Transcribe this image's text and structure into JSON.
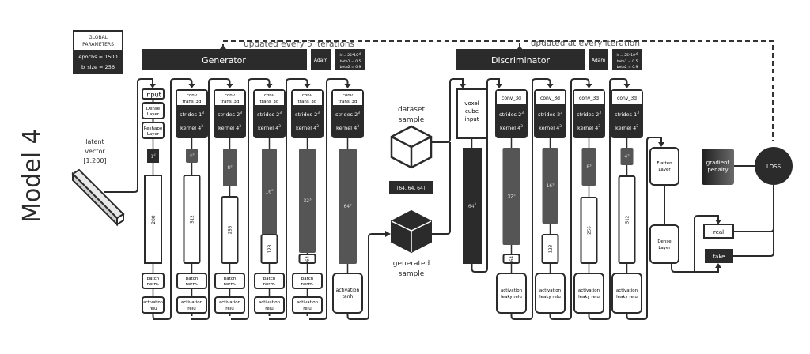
{
  "title": "Model 4",
  "global_params": {
    "heading_line1": "GLOBAL",
    "heading_line2": "PARAMETERS",
    "epochs": "epochs = 1500",
    "batch": "b_size = 256"
  },
  "generator": {
    "label": "Generator",
    "update_note": "updated every 5 iterations",
    "optimizer": "Adam",
    "opt_params": [
      "lr = 25*10",
      "beta1 = 0.5",
      "beta2 = 0.9"
    ],
    "lr_exp": "-6"
  },
  "discriminator": {
    "label": "Discriminator",
    "update_note": "updated at every iteration",
    "optimizer": "Adam",
    "opt_params": [
      "lr = 25*10",
      "beta1 = 0.5",
      "beta2 = 0.9"
    ],
    "lr_exp": "-6"
  },
  "latent": {
    "line1": "latent",
    "line2": "vector",
    "line3": "[1.200]"
  },
  "gen_input": {
    "input": "input",
    "dense1": "Dense",
    "dense2": "Layer",
    "reshape1": "Reshape",
    "reshape2": "Layer",
    "size": "1",
    "channels": "200"
  },
  "gen_blocks": [
    {
      "l1": "conv",
      "l2": "trans_3d",
      "strides": "strides 1",
      "kernel": "kernel 4",
      "size": "4",
      "channels": "512",
      "norm1": "batch",
      "norm2": "norm.",
      "act1": "activation",
      "act2": "relu"
    },
    {
      "l1": "conv",
      "l2": "trans_3d",
      "strides": "strides 2",
      "kernel": "kernel 4",
      "size": "8",
      "channels": "256",
      "norm1": "batch",
      "norm2": "norm.",
      "act1": "activation",
      "act2": "relu"
    },
    {
      "l1": "conv",
      "l2": "trans_3d",
      "strides": "strides 2",
      "kernel": "kernel 4",
      "size": "16",
      "channels": "128",
      "norm1": "batch",
      "norm2": "norm.",
      "act1": "activation",
      "act2": "relu"
    },
    {
      "l1": "conv",
      "l2": "trans_3d",
      "strides": "strides 2",
      "kernel": "kernel 4",
      "size": "32",
      "channels": "64",
      "norm1": "batch",
      "norm2": "norm.",
      "act1": "activation",
      "act2": "relu"
    },
    {
      "l1": "conv",
      "l2": "trans_3d",
      "strides": "strides 2",
      "kernel": "kernel 4",
      "size": "64",
      "act1": "activation",
      "act2": "tanh"
    }
  ],
  "dataset_sample": {
    "line1": "dataset",
    "line2": "sample"
  },
  "sample_shape": "[64, 64, 64]",
  "generated_sample": {
    "line1": "generated",
    "line2": "sample"
  },
  "disc_input": {
    "l1": "voxel",
    "l2": "cube",
    "l3": "input",
    "size": "64"
  },
  "disc_blocks": [
    {
      "l1": "conv_3d",
      "strides": "strides 2",
      "kernel": "kernel 4",
      "size": "32",
      "channels": "64",
      "act1": "activation",
      "act2": "leaky relu"
    },
    {
      "l1": "conv_3d",
      "strides": "strides 2",
      "kernel": "kernel 4",
      "size": "16",
      "channels": "128",
      "act1": "activation",
      "act2": "leaky relu"
    },
    {
      "l1": "conv_3d",
      "strides": "strides 2",
      "kernel": "kernel 4",
      "size": "8",
      "channels": "256",
      "act1": "activation",
      "act2": "leaky relu"
    },
    {
      "l1": "conv_3d",
      "strides": "strides 1",
      "kernel": "kernel 4",
      "size": "4",
      "channels": "512",
      "act1": "activation",
      "act2": "leaky relu"
    }
  ],
  "head": {
    "flatten1": "Flatten",
    "flatten2": "Layer",
    "dense1": "Dense",
    "dense2": "Layer",
    "real": "real",
    "fake": "fake",
    "gp1": "gradient",
    "gp2": "penalty",
    "loss": "LOSS"
  },
  "sup": "3",
  "colors": {
    "dark": "#2b2b2b",
    "mid": "#555555",
    "line": "#333333",
    "light": "#ffffff"
  }
}
